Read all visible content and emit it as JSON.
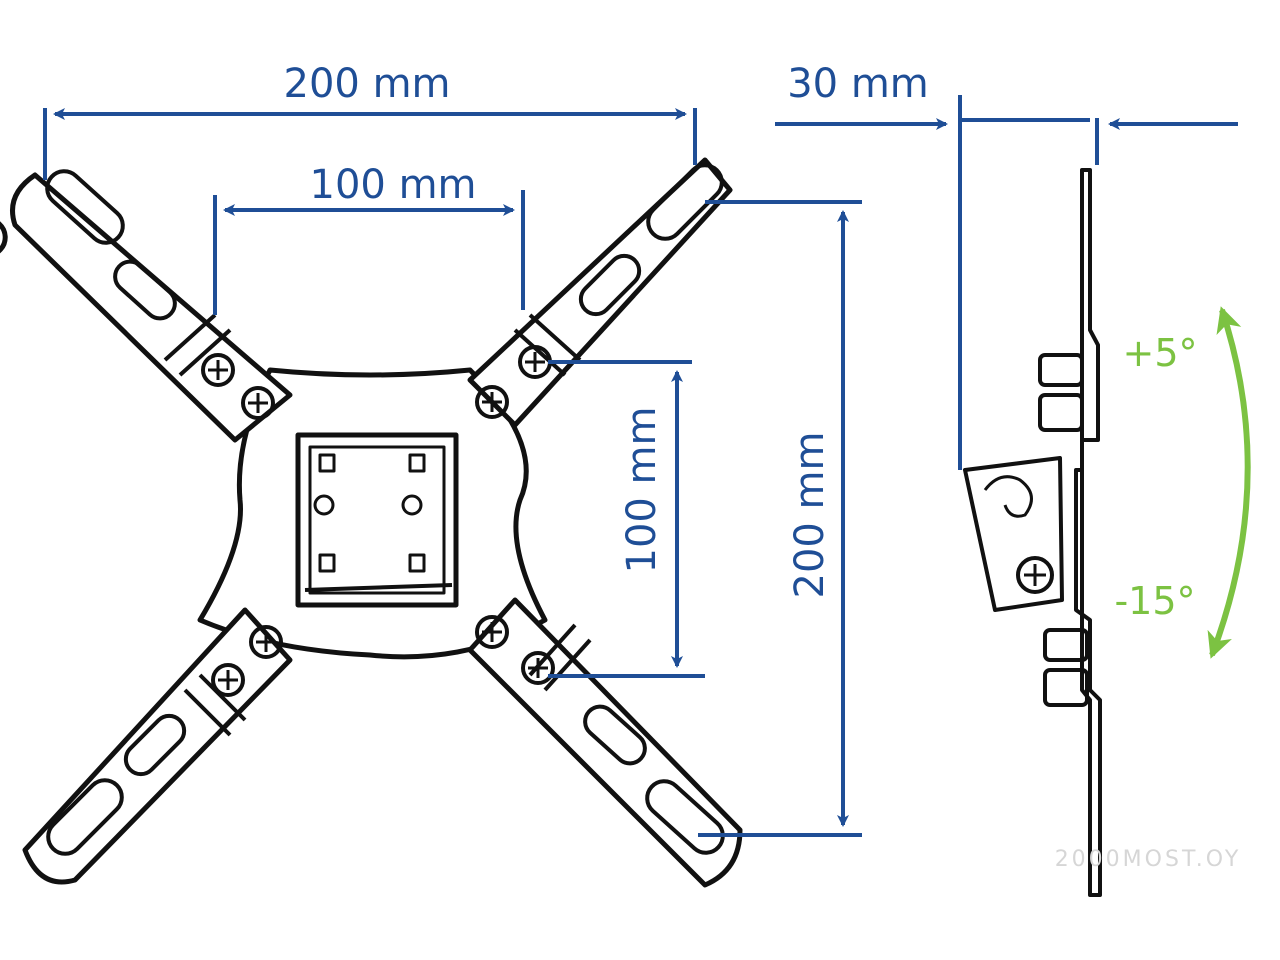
{
  "dimensions": {
    "outer_width": "200 mm",
    "inner_width": "100 mm",
    "inner_height": "100 mm",
    "outer_height": "200 mm",
    "depth": "30 mm"
  },
  "tilt": {
    "up": "+5°",
    "down": "-15°"
  },
  "watermark": "2000MOST.OY",
  "colors": {
    "dimension_blue": "#1f4e96",
    "tilt_green": "#7cc242",
    "line_black": "#111111"
  }
}
